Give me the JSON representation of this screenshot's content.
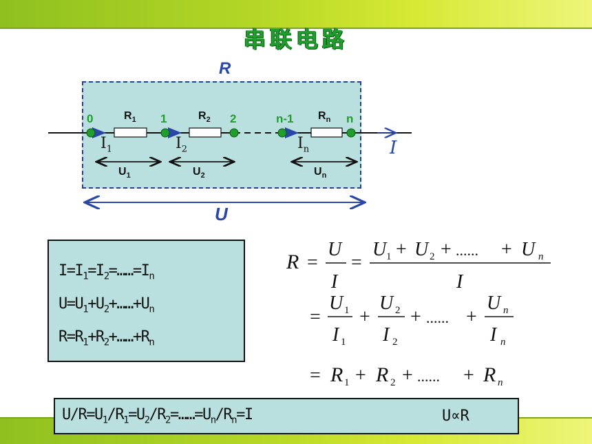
{
  "slide": {
    "title": "串联电路",
    "accent_green": "#1f9e2d",
    "accent_blue": "#2a46a6",
    "box_fill": "#b9dfdf"
  },
  "circuit": {
    "total_resistance_label": "R",
    "total_voltage_label": "U",
    "main_current_label": "I",
    "nodes": [
      "0",
      "1",
      "2",
      "n-1",
      "n"
    ],
    "resistors": [
      {
        "name": "R",
        "sub": "1"
      },
      {
        "name": "R",
        "sub": "2"
      },
      {
        "name": "R",
        "sub": "n"
      }
    ],
    "currents": [
      {
        "name": "I",
        "sub": "1"
      },
      {
        "name": "I",
        "sub": "2"
      },
      {
        "name": "I",
        "sub": "n"
      }
    ],
    "voltages": [
      {
        "name": "U",
        "sub": "1"
      },
      {
        "name": "U",
        "sub": "2"
      },
      {
        "name": "U",
        "sub": "n"
      }
    ]
  },
  "equations": {
    "current": {
      "a": "I=I",
      "s1": "1",
      "b": "=I",
      "s2": "2",
      "c": "=……=I",
      "sn": "n"
    },
    "voltage": {
      "a": "U=U",
      "s1": "1",
      "b": "+U",
      "s2": "2",
      "c": "+……+U",
      "sn": "n"
    },
    "resistance": {
      "a": "R=R",
      "s1": "1",
      "b": "+R",
      "s2": "2",
      "c": "+……+R",
      "sn": "n"
    }
  },
  "derivation": {
    "R": "R",
    "eq": "=",
    "U": "U",
    "I": "I",
    "plus": "+",
    "dots": "......",
    "U1": "U",
    "U2": "U",
    "Un": "U",
    "I1": "I",
    "I2": "I",
    "In": "I",
    "R1": "R",
    "R2": "R",
    "Rn": "R",
    "sub1": "1",
    "sub2": "2",
    "subn": "n"
  },
  "bottom": {
    "p1": "U/R=U",
    "s1": "1",
    "p2": "/R",
    "s1b": "1",
    "p3": "=U",
    "s2": "2",
    "p4": "/R",
    "s2b": "2",
    "p5": "=……=U",
    "sn": "n",
    "p6": "/R",
    "snb": "n",
    "p7": "=I",
    "proportional": "U∝R"
  }
}
